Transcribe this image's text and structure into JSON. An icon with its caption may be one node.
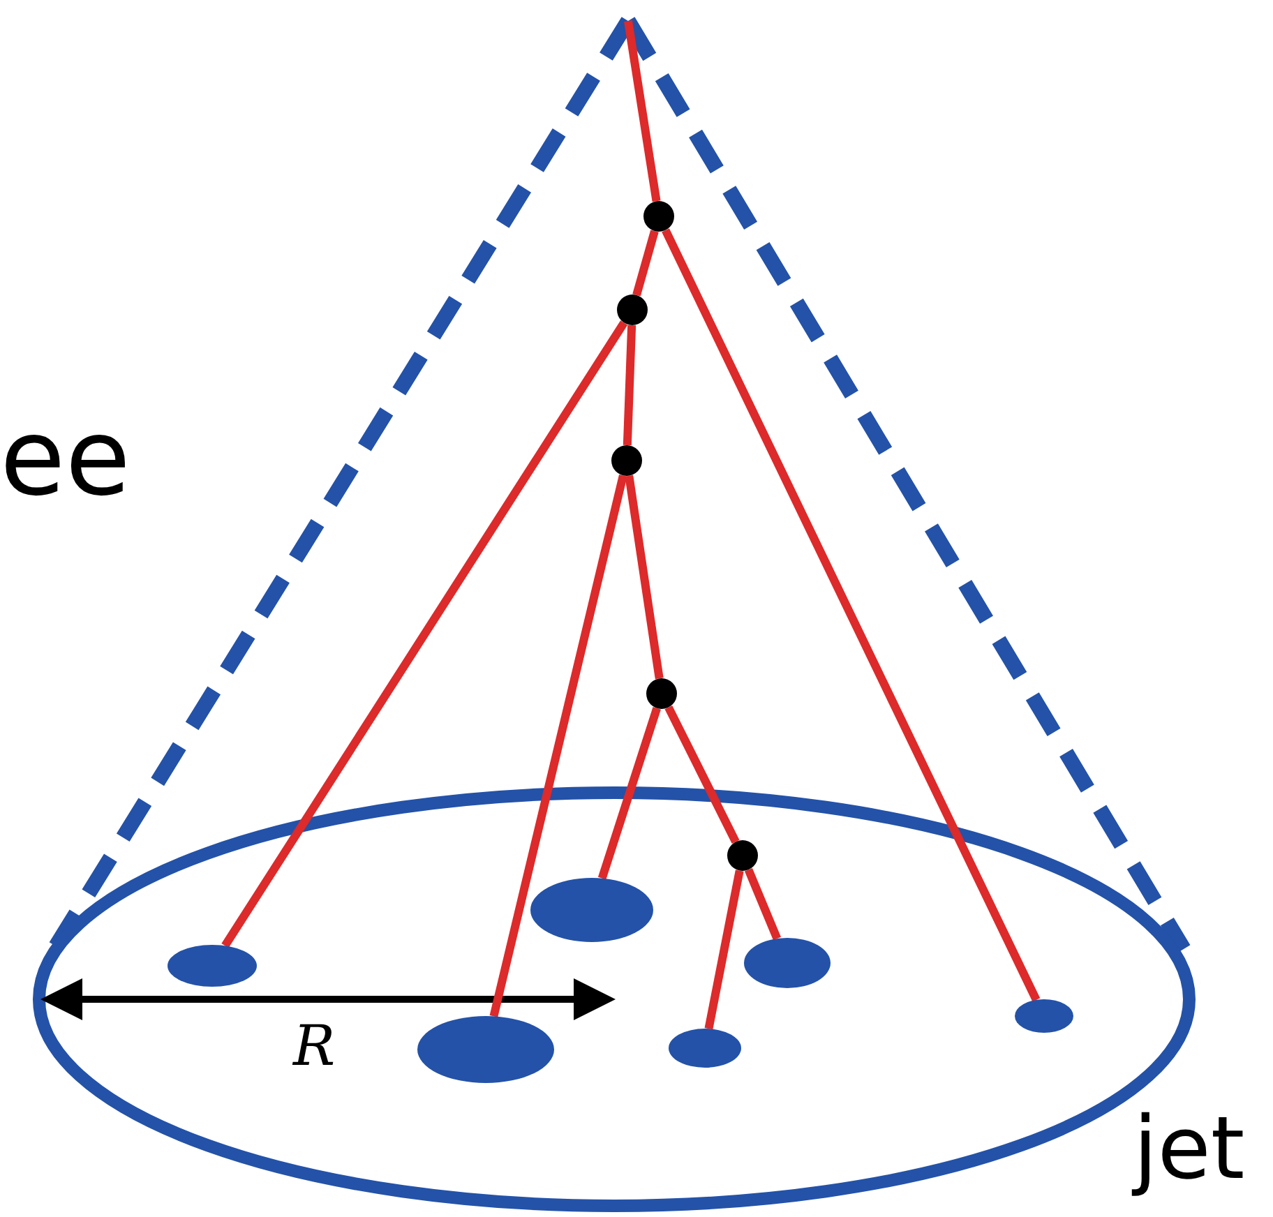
{
  "diagram": {
    "nodes": [
      {
        "text": [],
        "shape": "circle"
      },
      {
        "text": [],
        "shape": "circle"
      },
      {
        "text": [],
        "shape": "circle"
      },
      {
        "text": [],
        "shape": "circle"
      },
      {
        "text": [],
        "shape": "circle"
      },
      {
        "text": [],
        "shape": "ellipse"
      },
      {
        "text": [],
        "shape": "ellipse"
      },
      {
        "text": [],
        "shape": "ellipse"
      },
      {
        "text": [],
        "shape": "ellipse"
      },
      {
        "text": [],
        "shape": "ellipse"
      },
      {
        "text": [],
        "shape": "ellipse"
      }
    ],
    "edges": [
      {
        "from": null,
        "to": 0,
        "arrow": "none"
      },
      {
        "from": 0,
        "to": 1,
        "arrow": "none"
      },
      {
        "from": 0,
        "to": 10,
        "arrow": "none"
      },
      {
        "from": 1,
        "to": 2,
        "arrow": "none"
      },
      {
        "from": 1,
        "to": 5,
        "arrow": "none"
      },
      {
        "from": 2,
        "to": 6,
        "arrow": "none"
      },
      {
        "from": 2,
        "to": 3,
        "arrow": "none"
      },
      {
        "from": 3,
        "to": 7,
        "arrow": "none"
      },
      {
        "from": 3,
        "to": 4,
        "arrow": "none"
      },
      {
        "from": 4,
        "to": 9,
        "arrow": "none"
      },
      {
        "from": 4,
        "to": 8,
        "arrow": "none"
      }
    ],
    "labels": [
      "ee",
      "R",
      "jet"
    ]
  }
}
